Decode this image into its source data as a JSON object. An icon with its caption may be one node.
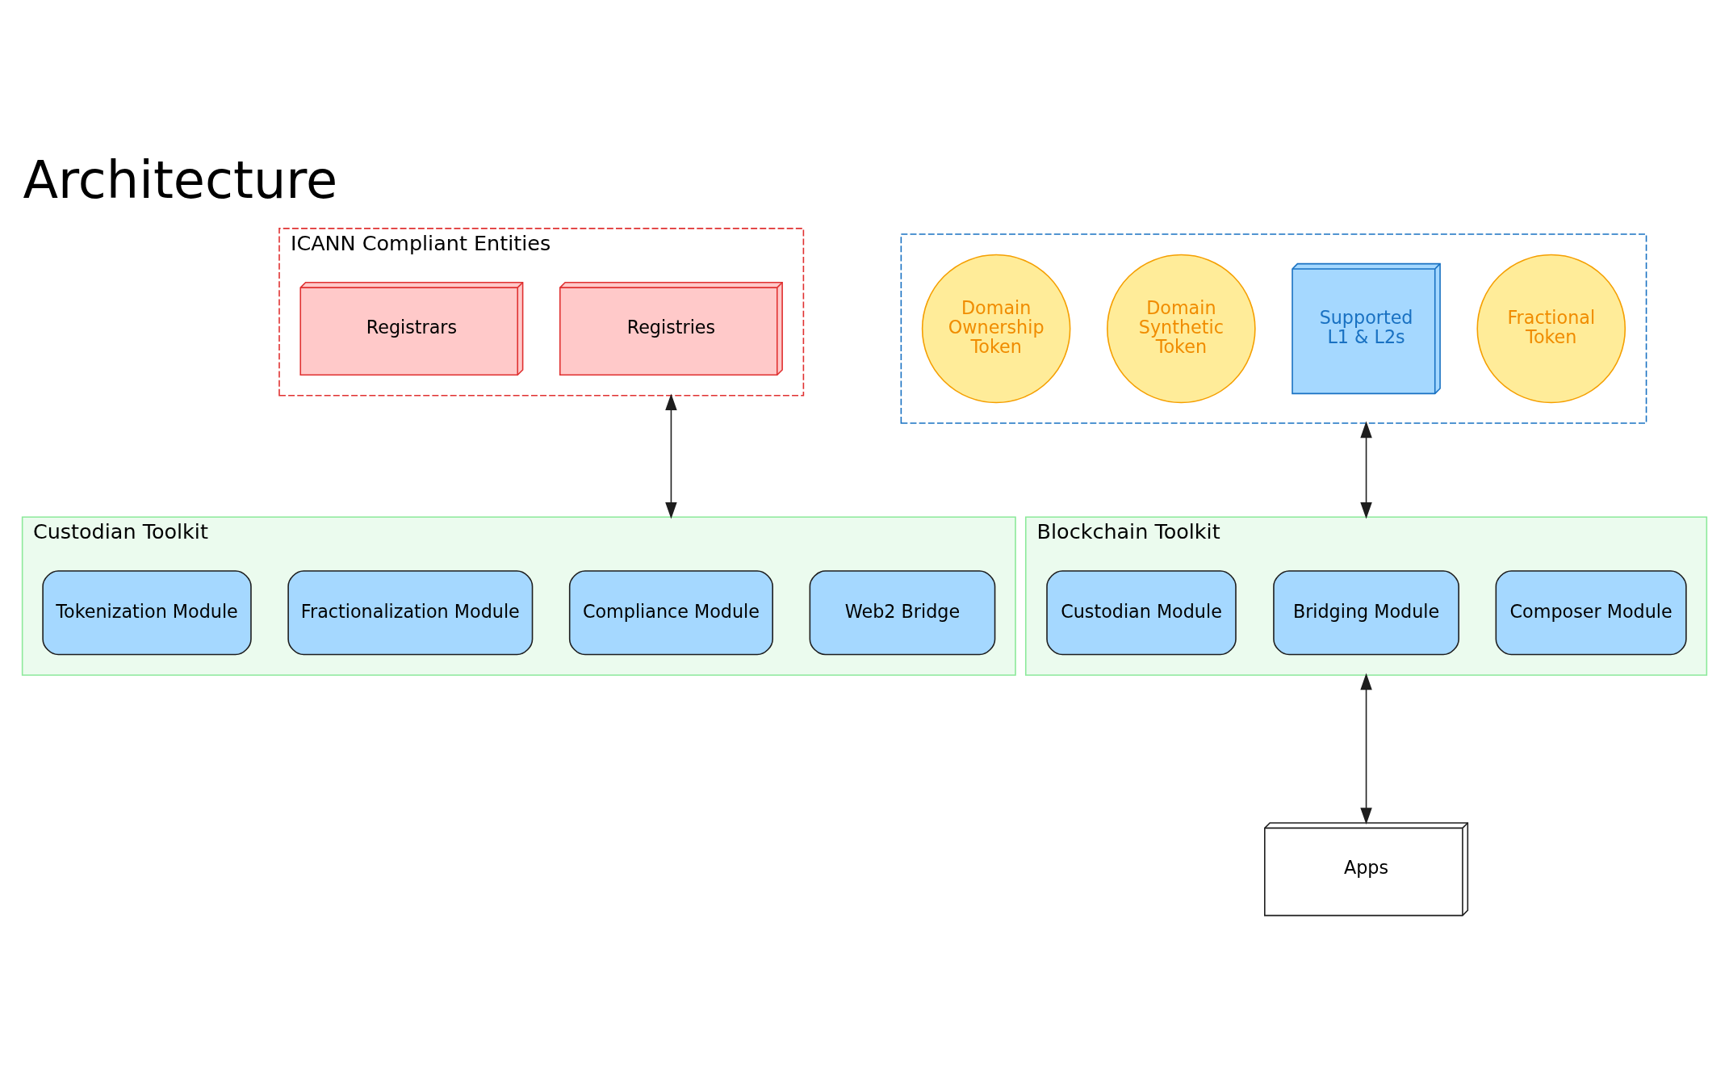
{
  "diagram": {
    "title": "Architecture",
    "nodes": [
      {
        "text": [
          "ICANN Compliant Entities"
        ]
      },
      {
        "text": [
          "Registrars"
        ],
        "in": 0
      },
      {
        "text": [
          "Registries"
        ],
        "in": 0
      },
      {
        "text": [],
        "shape": "box"
      },
      {
        "text": [
          "Domain Ownership Token"
        ],
        "in": 3
      },
      {
        "text": [
          "Domain Synthetic Token"
        ],
        "in": 3
      },
      {
        "text": [
          "Supported L1 & L2s"
        ],
        "in": 3
      },
      {
        "text": [
          "Fractional Token"
        ],
        "in": 3
      },
      {
        "text": [
          "Custodian Toolkit"
        ]
      },
      {
        "text": [
          "Tokenization Module"
        ],
        "in": 8
      },
      {
        "text": [
          "Fractionalization Module"
        ],
        "in": 8
      },
      {
        "text": [
          "Compliance Module"
        ],
        "in": 8
      },
      {
        "text": [
          "Web2 Bridge"
        ],
        "in": 8
      },
      {
        "text": [
          "Blockchain Toolkit"
        ]
      },
      {
        "text": [
          "Custodian Module"
        ],
        "in": 13
      },
      {
        "text": [
          "Bridging Module"
        ],
        "in": 13
      },
      {
        "text": [
          "Composer Module"
        ],
        "in": 13
      },
      {
        "text": [
          "Apps"
        ]
      }
    ],
    "edges": [
      {
        "from": 0,
        "to": 8,
        "arrow": "both"
      },
      {
        "from": 3,
        "to": 13,
        "arrow": "both"
      },
      {
        "from": 13,
        "to": 17,
        "arrow": "both"
      }
    ]
  }
}
